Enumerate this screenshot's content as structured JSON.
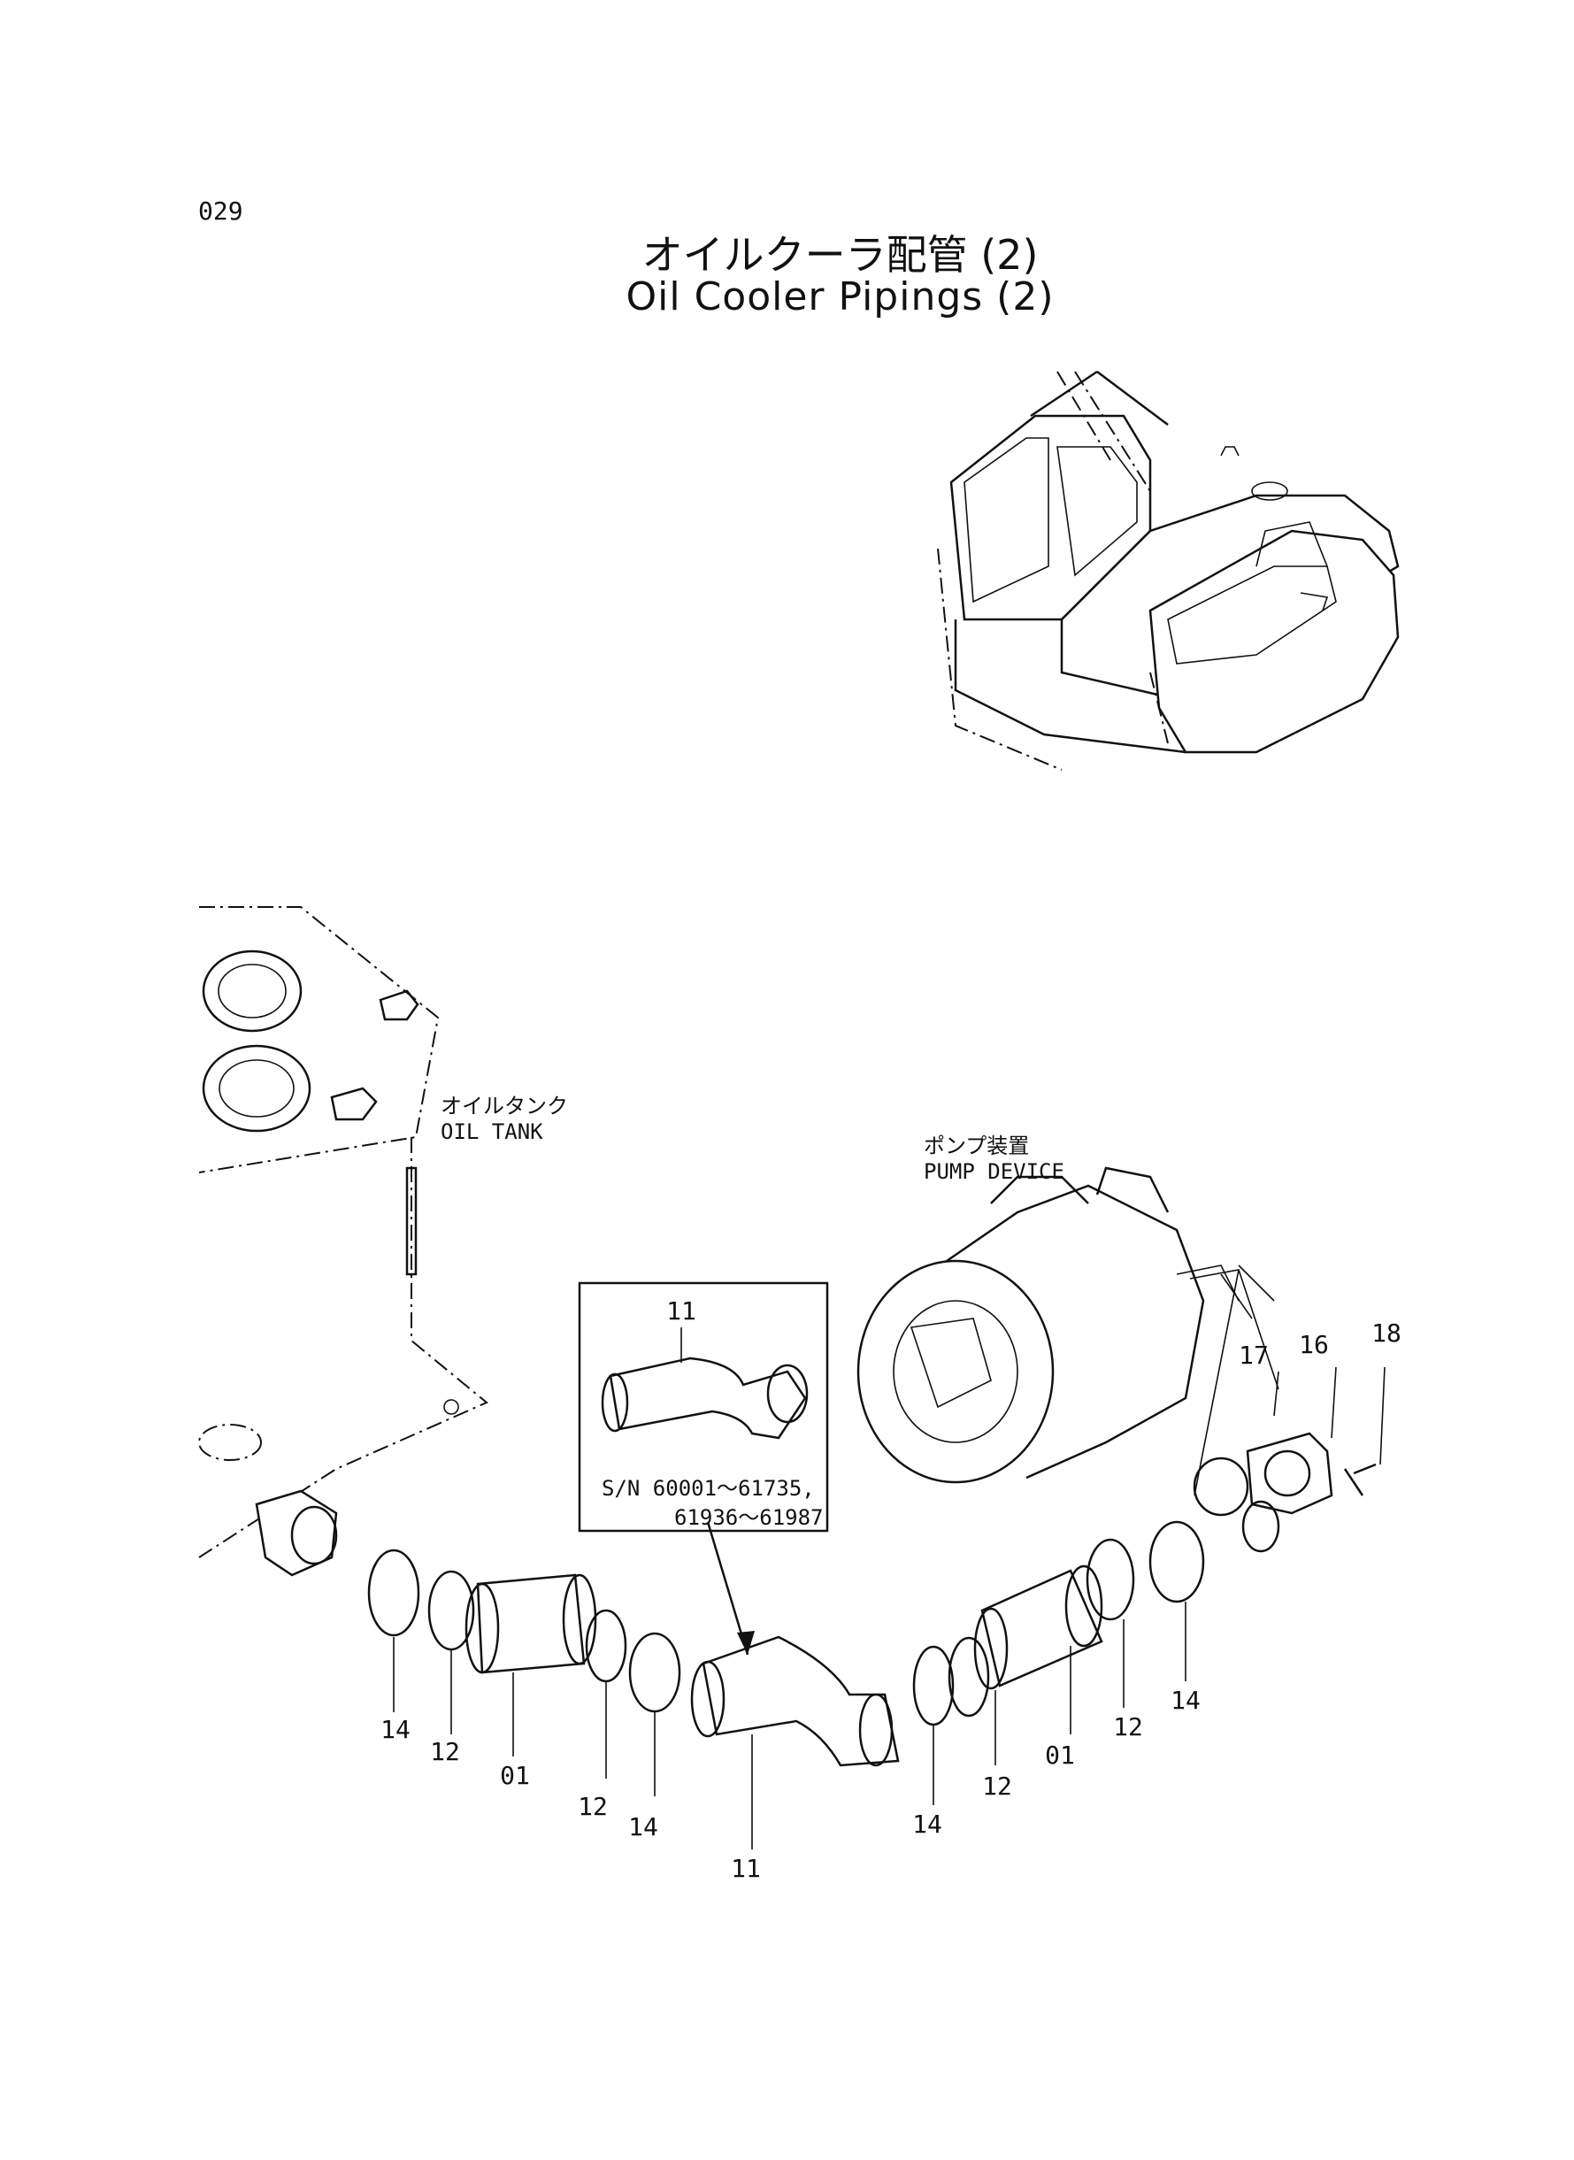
{
  "page_number": "029",
  "title": {
    "japanese": "オイルクーラ配管 (2)",
    "english": "Oil Cooler Pipings (2)"
  },
  "labels": {
    "oil_tank_jp": "オイルタンク",
    "oil_tank_en": "OIL TANK",
    "pump_device_jp": "ポンプ装置",
    "pump_device_en": "PUMP DEVICE"
  },
  "inset": {
    "part_number": "11",
    "serial_line1": "S/N  60001～61735,",
    "serial_line2": "61936～61987"
  },
  "callouts": [
    {
      "id": "c18",
      "text": "18"
    },
    {
      "id": "c16",
      "text": "16"
    },
    {
      "id": "c17",
      "text": "17"
    },
    {
      "id": "c14a",
      "text": "14"
    },
    {
      "id": "c12a",
      "text": "12"
    },
    {
      "id": "c01a",
      "text": "01"
    },
    {
      "id": "c12b",
      "text": "12"
    },
    {
      "id": "c14b",
      "text": "14"
    },
    {
      "id": "c11",
      "text": "11"
    },
    {
      "id": "c14c",
      "text": "14"
    },
    {
      "id": "c12c",
      "text": "12"
    },
    {
      "id": "c01b",
      "text": "01"
    },
    {
      "id": "c12d",
      "text": "12"
    },
    {
      "id": "c14d",
      "text": "14"
    }
  ]
}
